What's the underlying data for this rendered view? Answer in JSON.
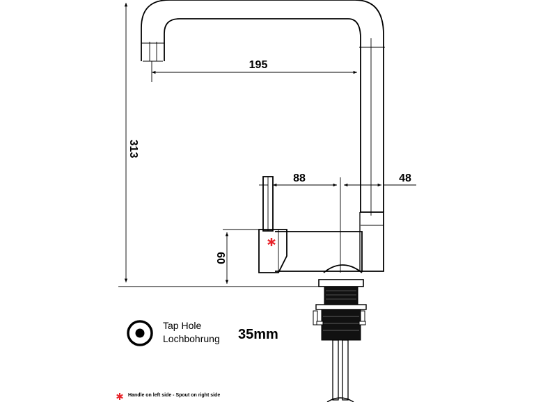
{
  "dimensions": {
    "spout_reach": "195",
    "total_height": "313",
    "handle_offset": "88",
    "spout_offset": "48",
    "body_height": "60"
  },
  "tap_hole": {
    "label_en": "Tap Hole",
    "label_de": "Lochbohrung",
    "size": "35mm",
    "icon": "tap-hole-icon"
  },
  "note": {
    "line1": "Handle on left side - Spout on right side",
    "icon": "asterisk-icon"
  },
  "colors": {
    "line": "#000000",
    "accent": "#e8242b",
    "background": "#ffffff"
  }
}
